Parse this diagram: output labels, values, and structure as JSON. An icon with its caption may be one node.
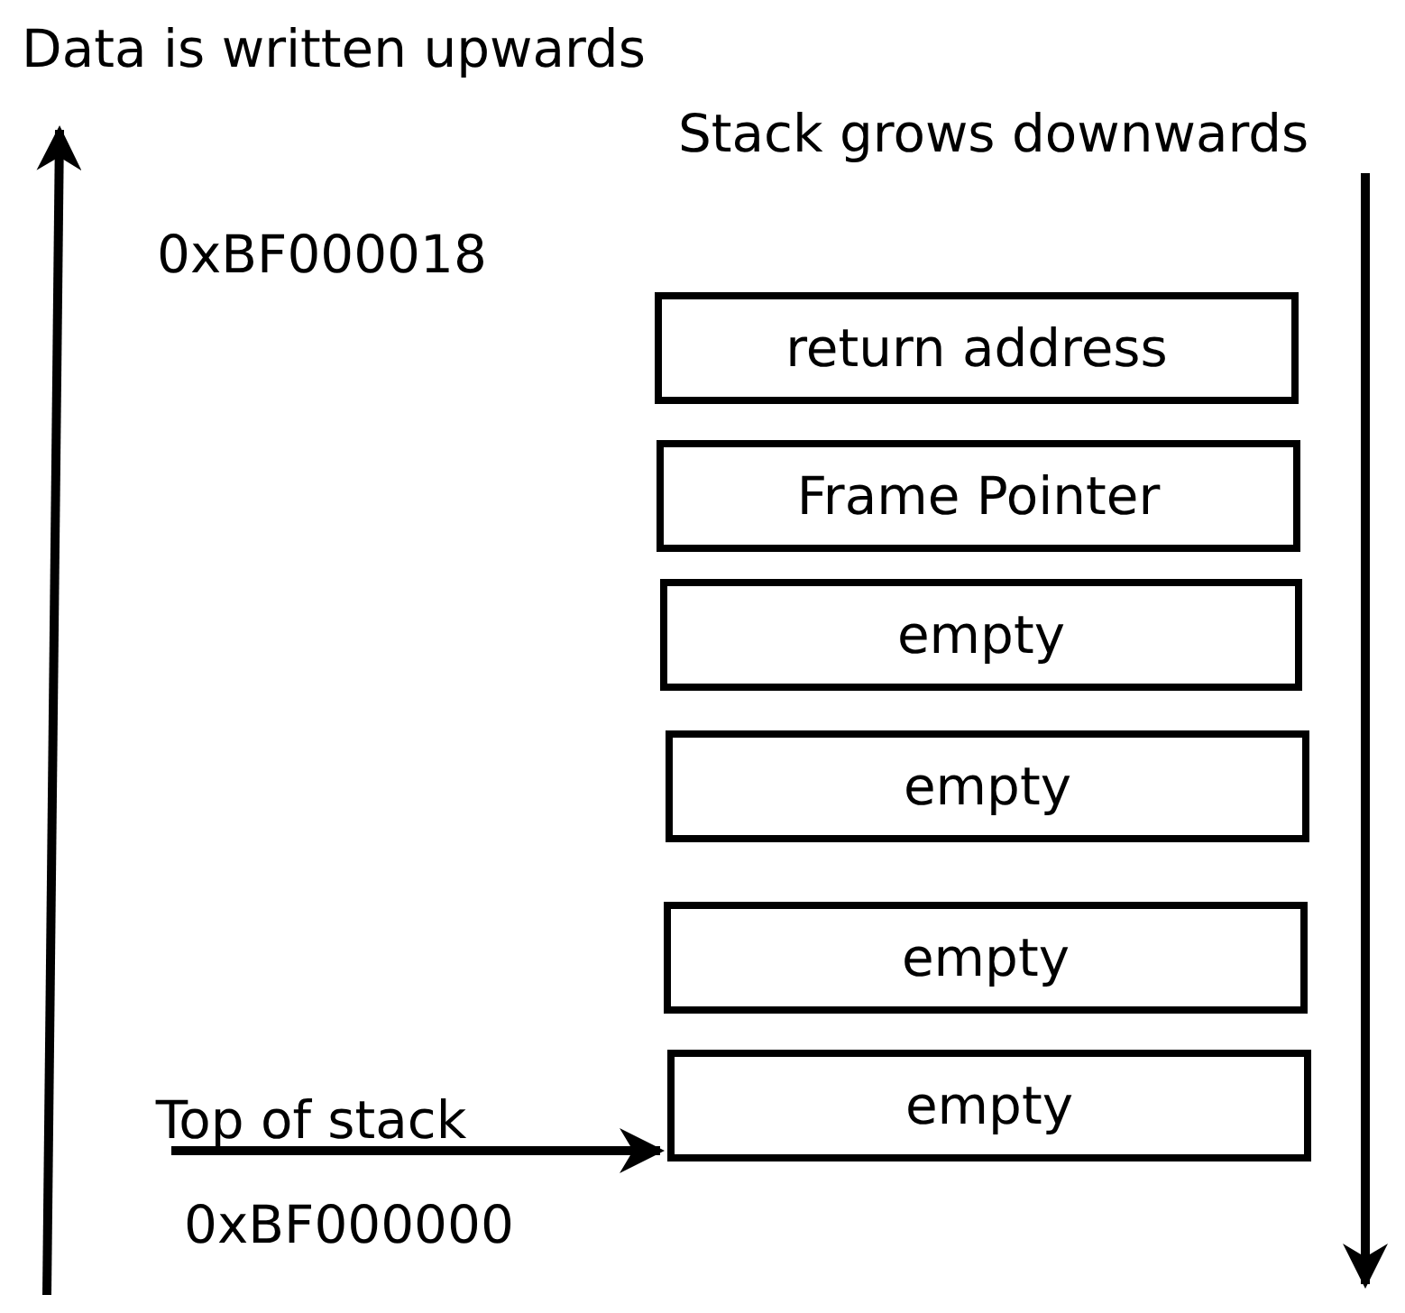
{
  "diagram": {
    "nodes": [
      {
        "text": [
          "return address"
        ]
      },
      {
        "text": [
          "Frame Pointer"
        ]
      },
      {
        "text": [
          "empty"
        ]
      },
      {
        "text": [
          "empty"
        ]
      },
      {
        "text": [
          "empty"
        ]
      },
      {
        "text": [
          "empty"
        ]
      },
      {
        "text": [
          "Top of stack"
        ]
      }
    ],
    "edges": [
      {
        "from": 6,
        "to": 5,
        "arrow": "to"
      }
    ],
    "labels": [
      "Data is written upwards",
      "Stack grows downwards",
      "0xBF000018",
      "0xBF000000"
    ]
  }
}
